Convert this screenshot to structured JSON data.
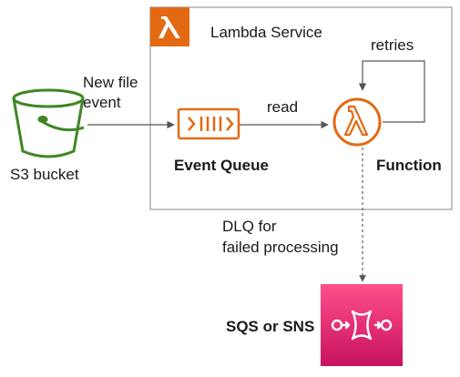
{
  "service": {
    "title": "Lambda Service"
  },
  "nodes": {
    "s3": {
      "label": "S3 bucket"
    },
    "queue": {
      "label": "Event Queue"
    },
    "function": {
      "label": "Function"
    },
    "dlq": {
      "label": "SQS or SNS"
    }
  },
  "edges": {
    "new_file_event": {
      "line1": "New file",
      "line2": "event"
    },
    "read": {
      "label": "read"
    },
    "retries": {
      "label": "retries"
    },
    "dlq": {
      "line1": "DLQ for",
      "line2": "failed processing"
    }
  },
  "colors": {
    "s3_green": "#3f8624",
    "lambda_orange": "#e36a13",
    "sqs_pink": "#e7157b",
    "sqs_gradient_top": "#ff4f8b",
    "sqs_gradient_bottom": "#c8125f",
    "box_border": "#9a9a9a",
    "arrow": "#555555"
  },
  "icons": {
    "s3": "bucket-icon",
    "lambda": "lambda-icon",
    "queue": "queue-icon",
    "sqs": "sqs-icon"
  }
}
